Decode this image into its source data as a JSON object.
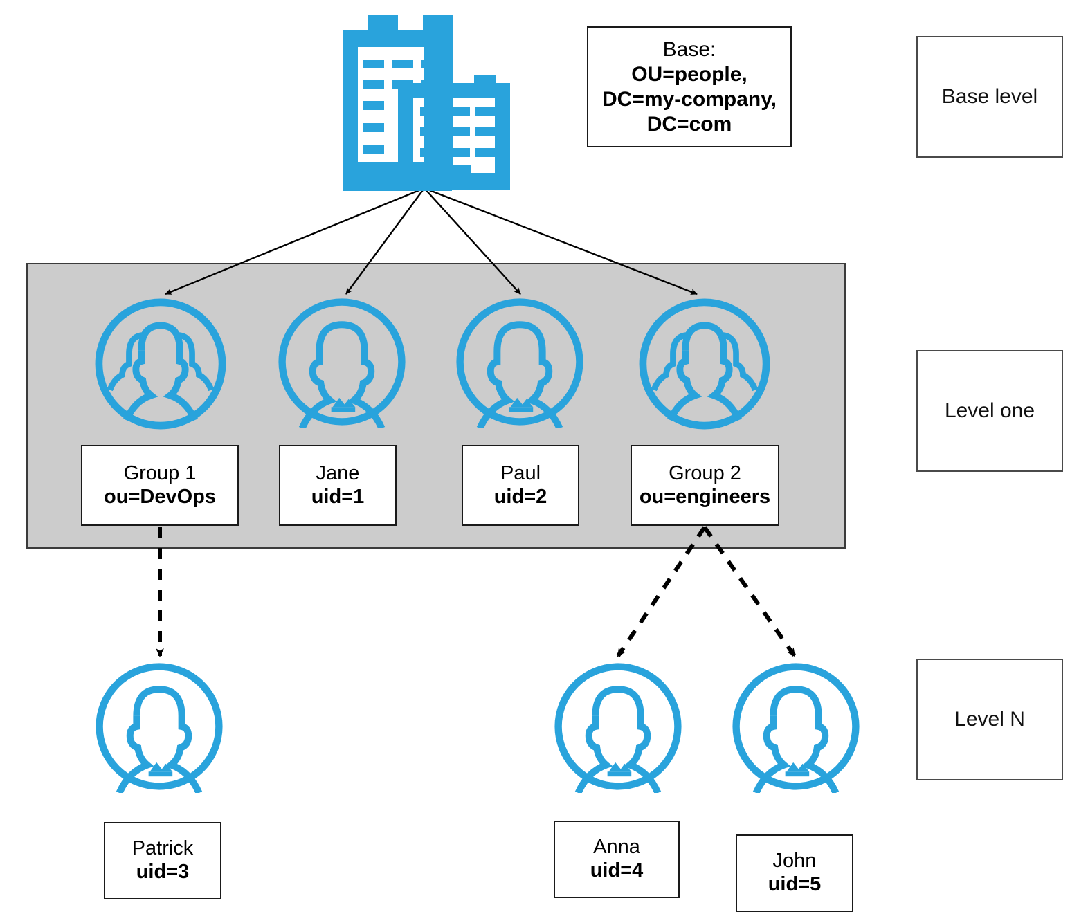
{
  "diagram": {
    "title_icon": "office-building-icon",
    "accent_color": "#29a3dc",
    "panel_color": "#cccccc",
    "line_color": "#000000"
  },
  "base": {
    "icon": "office-building-icon",
    "info_lines": [
      {
        "text": "Base:",
        "bold": false
      },
      {
        "text": "OU=people,",
        "bold": true
      },
      {
        "text": "DC=my-company,",
        "bold": true
      },
      {
        "text": "DC=com",
        "bold": true
      }
    ]
  },
  "legend": {
    "base_level": "Base level",
    "level_one": "Level one",
    "level_n": "Level N"
  },
  "level_one": {
    "nodes": [
      {
        "icon": "group-avatar-icon",
        "name": "Group 1",
        "attr": "ou=DevOps"
      },
      {
        "icon": "person-avatar-icon",
        "name": "Jane",
        "attr": "uid=1"
      },
      {
        "icon": "person-avatar-icon",
        "name": "Paul",
        "attr": "uid=2"
      },
      {
        "icon": "group-avatar-icon",
        "name": "Group 2",
        "attr": "ou=engineers"
      }
    ]
  },
  "level_n": {
    "nodes": [
      {
        "icon": "person-avatar-icon",
        "name": "Patrick",
        "attr": "uid=3"
      },
      {
        "icon": "person-avatar-icon",
        "name": "Anna",
        "attr": "uid=4"
      },
      {
        "icon": "person-avatar-icon",
        "name": "John",
        "attr": "uid=5"
      }
    ]
  }
}
